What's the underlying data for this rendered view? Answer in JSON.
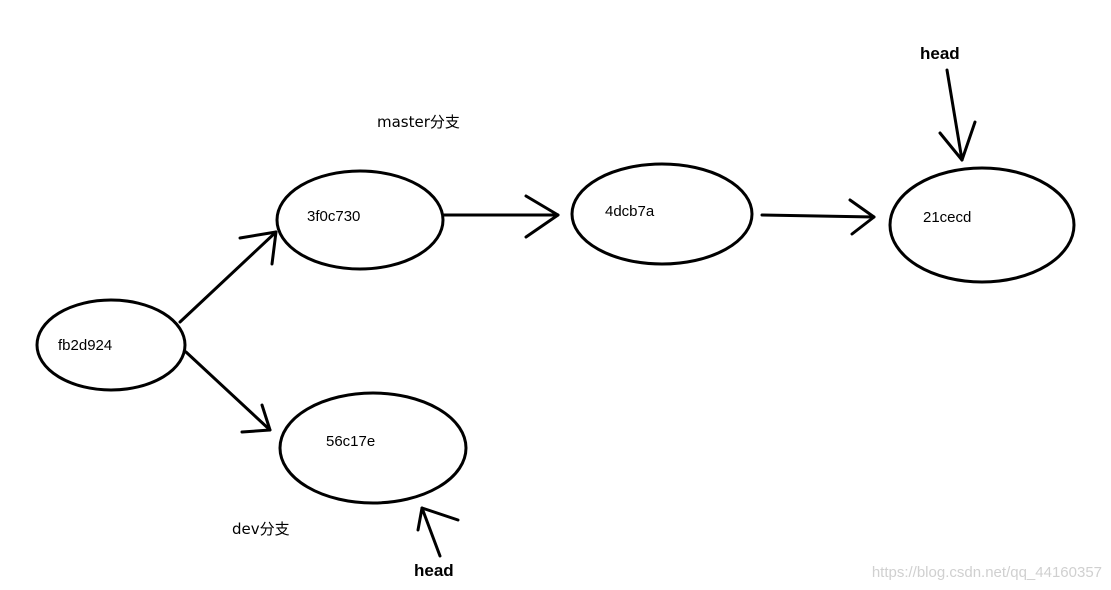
{
  "commits": {
    "fb2d924": "fb2d924",
    "c3f0c730": "3f0c730",
    "c4dcb7a": "4dcb7a",
    "c21cecd": "21cecd",
    "c56c17e": "56c17e"
  },
  "branches": {
    "master": "master分支",
    "dev": "dev分支"
  },
  "head_pointers": {
    "master_head": "head",
    "dev_head": "head"
  },
  "watermark": "https://blog.csdn.net/qq_44160357"
}
